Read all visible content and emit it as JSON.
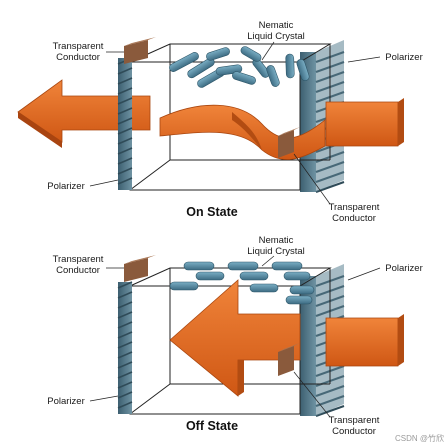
{
  "colors": {
    "arrow": "#e56a1d",
    "arrow_dark": "#b84a10",
    "polarizer": "#4e7283",
    "polarizer_light": "#7fa0ae",
    "molecule": "#5c8fa6",
    "molecule_dark": "#3c6a80",
    "conductor": "#8a5a3c",
    "frame": "#222222"
  },
  "on_state": {
    "title": "On State",
    "label_top_left": [
      "Transparent",
      "Conductor"
    ],
    "label_top_mid": [
      "Nematic",
      "Liquid Crystal"
    ],
    "label_top_right": "Polarizer",
    "label_bottom_left": "Polarizer",
    "label_bottom_right": [
      "Transparent",
      "Conductor"
    ]
  },
  "off_state": {
    "title": "Off State",
    "label_top_left": [
      "Transparent",
      "Conductor"
    ],
    "label_top_mid": [
      "Nematic",
      "Liquid Crystal"
    ],
    "label_top_right": "Polarizer",
    "label_bottom_left": "Polarizer",
    "label_bottom_right": [
      "Transparent",
      "Conductor"
    ]
  },
  "watermark": "CSDN @竹欣"
}
